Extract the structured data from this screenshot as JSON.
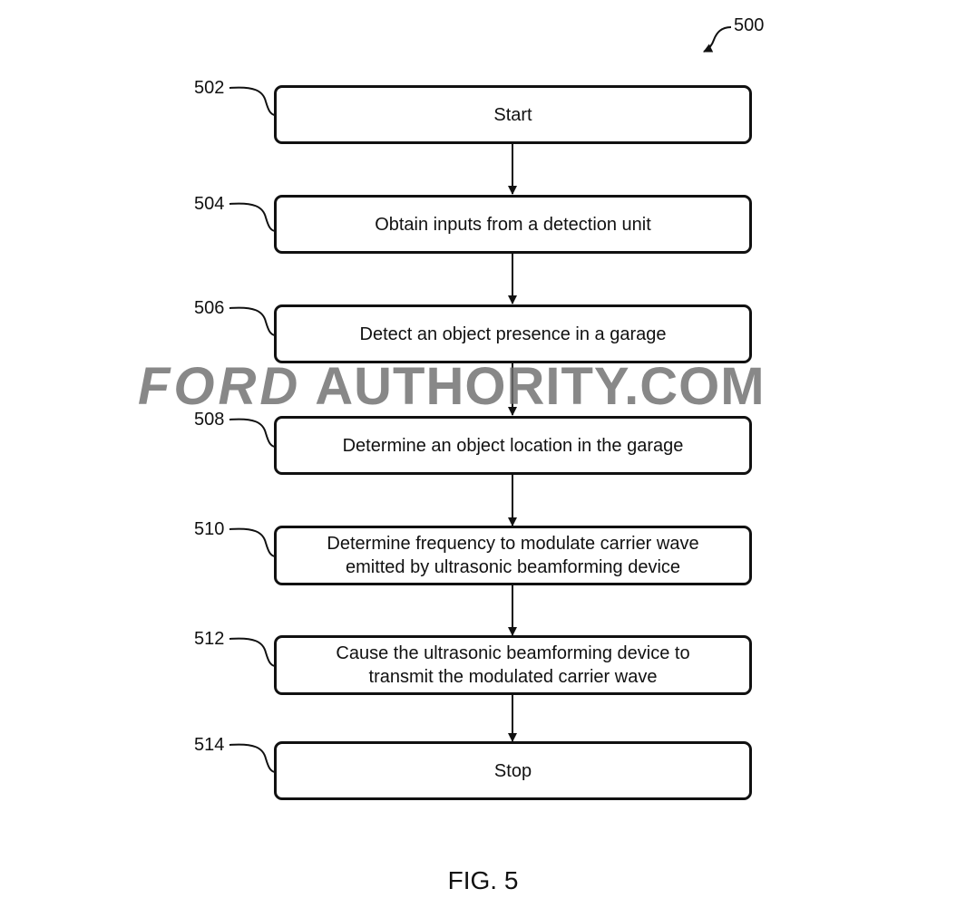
{
  "figure_number": "500",
  "caption": "FIG. 5",
  "watermark": {
    "part1": "FORD",
    "part2": " AUTHORITY.COM"
  },
  "steps": [
    {
      "ref": "502",
      "lines": [
        "Start"
      ]
    },
    {
      "ref": "504",
      "lines": [
        "Obtain inputs from a detection unit"
      ]
    },
    {
      "ref": "506",
      "lines": [
        "Detect an object presence in a garage"
      ]
    },
    {
      "ref": "508",
      "lines": [
        "Determine an object location in the garage"
      ]
    },
    {
      "ref": "510",
      "lines": [
        "Determine frequency to modulate carrier wave",
        "emitted by ultrasonic beamforming device"
      ]
    },
    {
      "ref": "512",
      "lines": [
        "Cause the ultrasonic beamforming device to",
        "transmit the modulated carrier wave"
      ]
    },
    {
      "ref": "514",
      "lines": [
        "Stop"
      ]
    }
  ]
}
